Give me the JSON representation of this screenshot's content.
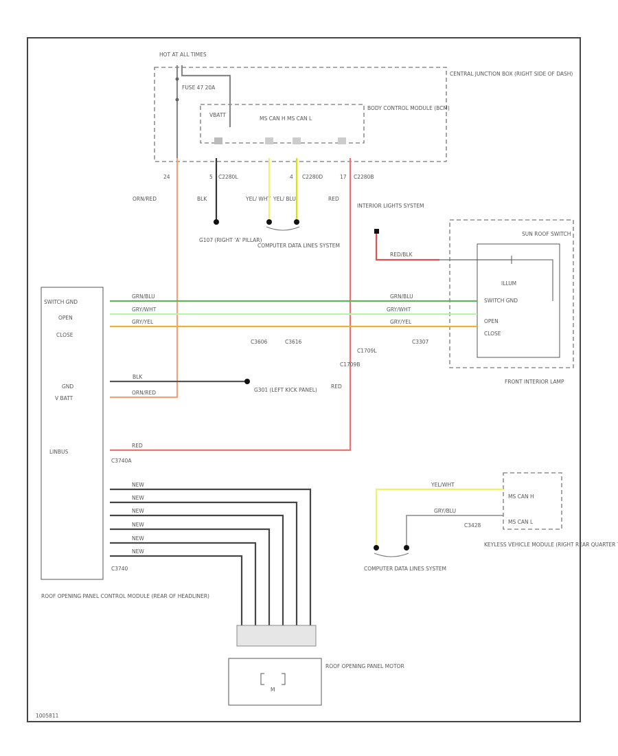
{
  "colors": {
    "org_red": "#f5a27a",
    "black": "#333333",
    "yel_wht": "#f0f070",
    "yel_blu": "#d6e600",
    "red": "#f07070",
    "red_blk": "#e05050",
    "grn_blu": "#55bb55",
    "gry_wht": "#bdeeb0",
    "gry_yel": "#f2b030",
    "motor_wires": "#444444"
  },
  "labels": {
    "hot_at_all_times": "HOT AT ALL TIMES",
    "fuse": "FUSE 47 20A",
    "central_junction_box": "CENTRAL JUNCTION BOX (RIGHT SIDE OF DASH)",
    "bcm": "BODY CONTROL MODULE (BCM)",
    "vbatt": "VBATT",
    "ms_can_h": "MS CAN H",
    "ms_can_l": "MS CAN L",
    "pin_24": "24",
    "pin_5": "5",
    "pin_4": "4",
    "pin_17": "17",
    "c2280l": "C2280L",
    "c2280d": "C2280D",
    "c2280b": "C2280B",
    "wire_org_red_upper": "ORN/RED",
    "wire_blk_upper": "BLK",
    "wire_yel_wht_upper": "YEL/ WHT",
    "wire_yel_blu_upper": "YEL/ BLU",
    "wire_red_upper": "RED",
    "g1071": "G107 (RIGHT 'A' PILLAR)",
    "computer_data_lines_1": "COMPUTER DATA LINES SYSTEM",
    "interior_lights": "INTERIOR LIGHTS SYSTEM",
    "sunroof_switch": "SUN ROOF SWITCH",
    "illum": "ILLUM",
    "switch_gnd_right": "SWITCH GND",
    "open_right": "OPEN",
    "close_right": "CLOSE",
    "front_interior_lamp": "FRONT INTERIOR LAMP",
    "wire_red_blk": "RED/BLK",
    "wire_grn_blu": "GRN/BLU",
    "wire_gry_wht": "GRY/WHT",
    "wire_gry_yel": "GRY/YEL",
    "c3606": "C3606",
    "c3616": "C3616",
    "c3307": "C3307",
    "c1709l": "C1709L",
    "c1709b": "C1709B",
    "switch_gnd_left": "SWITCH GND",
    "open_left": "OPEN",
    "close_left": "CLOSE",
    "gnd": "GND",
    "v_batt": "V BATT",
    "linbus": "LINBUS",
    "wire_blk_mid": "BLK",
    "wire_org_red_mid": "ORN/RED",
    "wire_red_mid": "RED",
    "wire_red_lin": "RED",
    "g301": "G301 (LEFT KICK PANEL)",
    "c3740a": "C3740A",
    "c3740": "C3740",
    "motor_wire": "NEW",
    "roof_module": "ROOF OPENING PANEL CONTROL MODULE (REAR OF HEADLINER)",
    "roof_motor": "ROOF OPENING PANEL MOTOR",
    "motor_m": "M",
    "wire_yel_wht_lower": "YEL/WHT",
    "wire_gry_blu_lower": "GRY/BLU",
    "c3428": "C3428",
    "keyless_ms_can_h": "MS CAN H",
    "keyless_ms_can_l": "MS CAN L",
    "keyless_module": "KEYLESS VEHICLE MODULE (RIGHT REAR QUARTER TRIM PANEL)",
    "computer_data_lines_2": "COMPUTER DATA LINES SYSTEM",
    "diagram_id": "1005811"
  }
}
